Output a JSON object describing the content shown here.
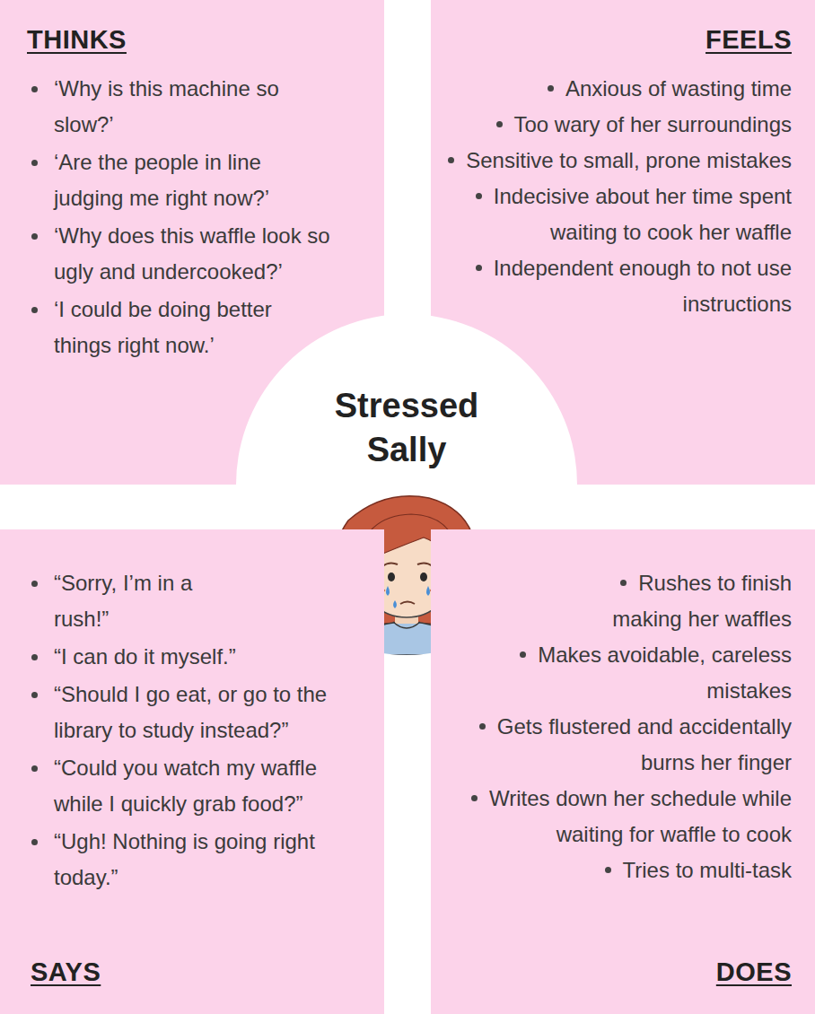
{
  "diagram": {
    "nodes": [
      {
        "text": [
          "THINKS",
          "‘Why is this machine so slow?’",
          "‘Are the people in line judging me right now?’",
          "‘Why does this waffle look so ugly and undercooked?’",
          "‘I could be doing better things right now.’"
        ]
      },
      {
        "text": [
          "FEELS",
          "Anxious of wasting time",
          "Too wary of her surroundings",
          "Sensitive to small, prone mistakes",
          "Indecisive about her time spent waiting to cook her waffle",
          "Independent enough to not use instructions"
        ]
      },
      {
        "text": [
          "Stressed Sally"
        ]
      },
      {
        "text": [
          "“Sorry, I’m in a rush!”",
          "“I can do it myself.”",
          "“Should I go eat, or go to the library to study instead?”",
          "“Could you watch my waffle while I quickly grab food?”",
          "“Ugh! Nothing is going right today.”",
          "SAYS"
        ]
      },
      {
        "text": [
          "Rushes to finish making her waffles",
          "Makes avoidable, careless mistakes",
          "Gets flustered and accidentally burns her finger",
          "Writes down her schedule while waiting for waffle to cook",
          "Tries to multi-task",
          "DOES"
        ]
      }
    ]
  }
}
